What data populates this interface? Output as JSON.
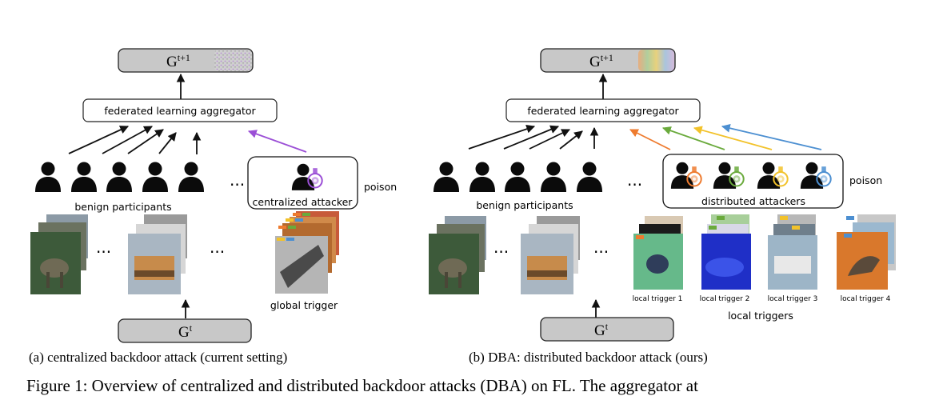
{
  "left": {
    "model_top_base": "G",
    "model_top_sup": "t+1",
    "aggregator": "federated learning aggregator",
    "benign_label": "benign participants",
    "attacker_label": "centralized attacker",
    "poison_label": "poison",
    "trigger_label": "global trigger",
    "model_bottom_base": "G",
    "model_bottom_sup": "t",
    "caption": "(a)  centralized backdoor attack (current setting)"
  },
  "right": {
    "model_top_base": "G",
    "model_top_sup": "t+1",
    "aggregator": "federated learning aggregator",
    "benign_label": "benign participants",
    "attackers_label": "distributed attackers",
    "poison_label": "poison",
    "local_triggers": [
      "local trigger 1",
      "local trigger 2",
      "local trigger 3",
      "local trigger 4"
    ],
    "local_triggers_label": "local triggers",
    "model_bottom_base": "G",
    "model_bottom_sup": "t",
    "caption": "(b)  DBA: distributed backdoor attack (ours)"
  },
  "ellipsis": "···",
  "figure_caption": "Figure 1: Overview of centralized and distributed backdoor attacks (DBA) on FL. The aggregator at",
  "colors": {
    "model_box": "#c8c8c8",
    "centralized_arrow": "#9b4fd6",
    "attacker_arrows": [
      "#ee7b2f",
      "#6aaa3c",
      "#f2c22a",
      "#4c8fd1"
    ]
  }
}
